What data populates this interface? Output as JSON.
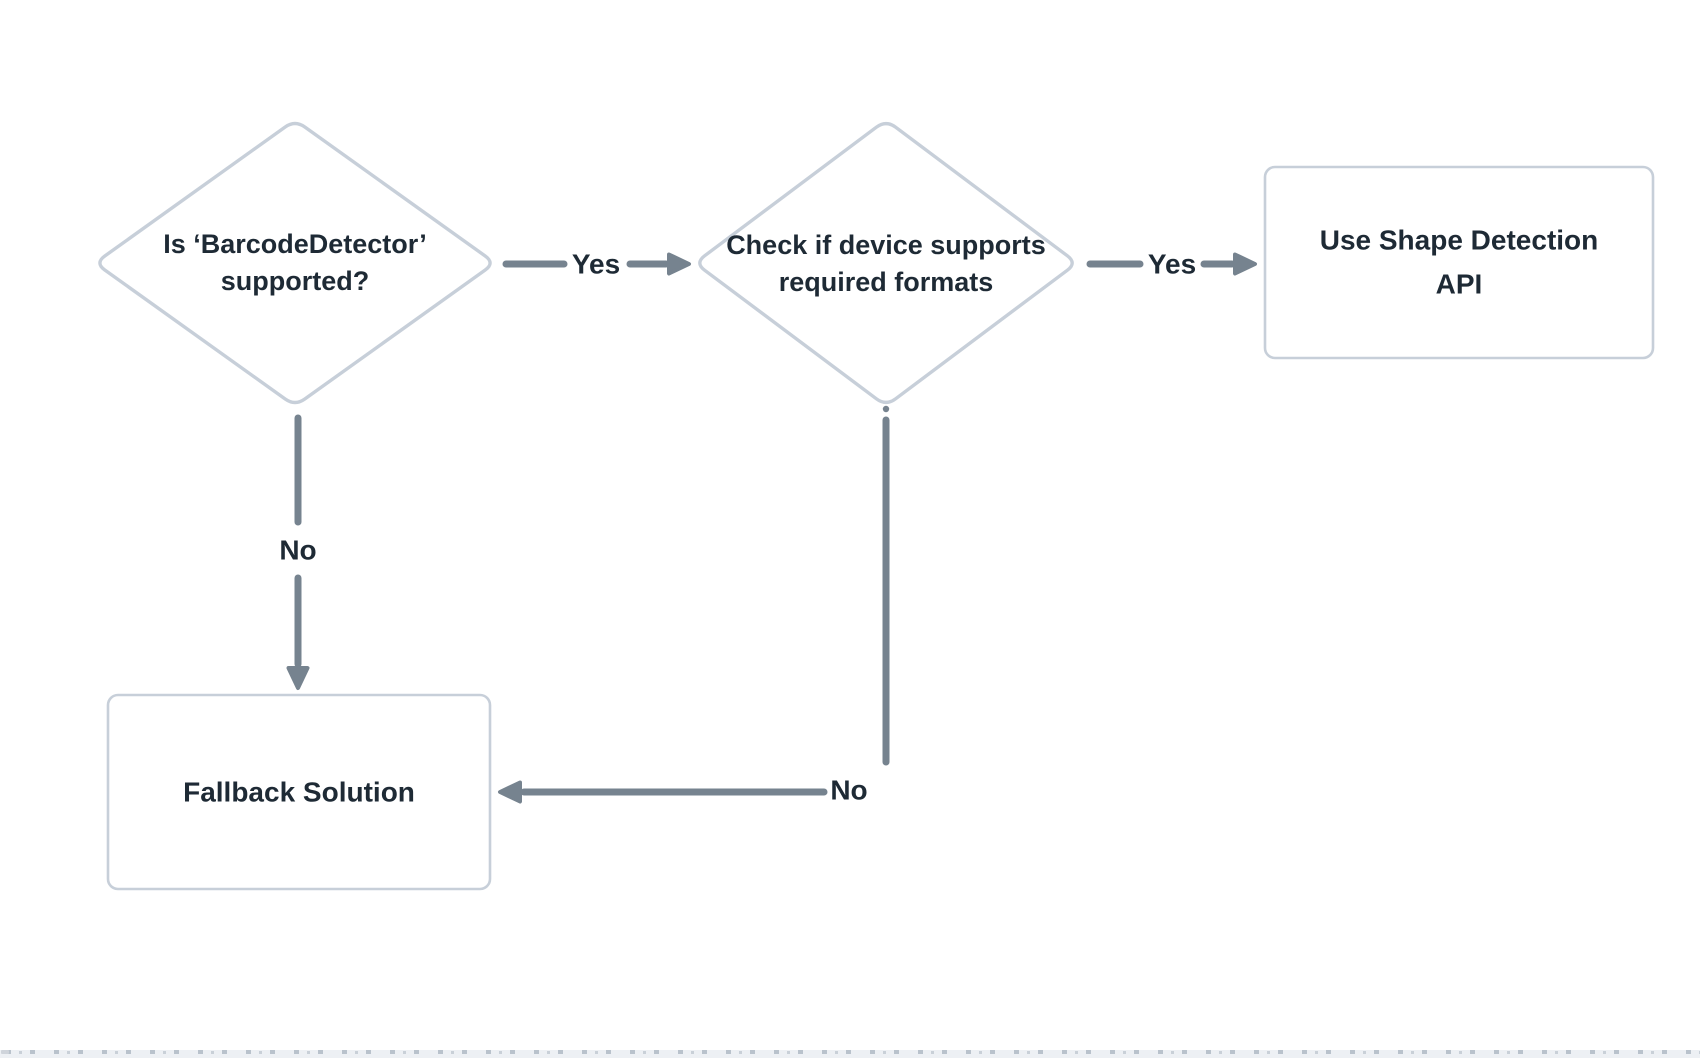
{
  "diagram": {
    "type": "flowchart",
    "nodes": {
      "barcode_supported": {
        "shape": "decision",
        "label": "Is ‘BarcodeDetector’ supported?",
        "line1": "Is ‘BarcodeDetector’",
        "line2": "supported?"
      },
      "check_formats": {
        "shape": "decision",
        "label": "Check if device supports required formats",
        "line1": "Check if device supports",
        "line2": "required formats"
      },
      "shape_detection_api": {
        "shape": "process",
        "label": "Use Shape Detection API",
        "line1": "Use Shape Detection",
        "line2": "API"
      },
      "fallback_solution": {
        "shape": "process",
        "label": "Fallback Solution"
      }
    },
    "edges": [
      {
        "from": "barcode_supported",
        "to": "check_formats",
        "label": "Yes"
      },
      {
        "from": "check_formats",
        "to": "shape_detection_api",
        "label": "Yes"
      },
      {
        "from": "barcode_supported",
        "to": "fallback_solution",
        "label": "No"
      },
      {
        "from": "check_formats",
        "to": "fallback_solution",
        "label": "No"
      }
    ],
    "colors": {
      "node_border": "#c7cfd9",
      "connector": "#76838f",
      "text": "#1e2a35",
      "background": "#ffffff"
    }
  }
}
